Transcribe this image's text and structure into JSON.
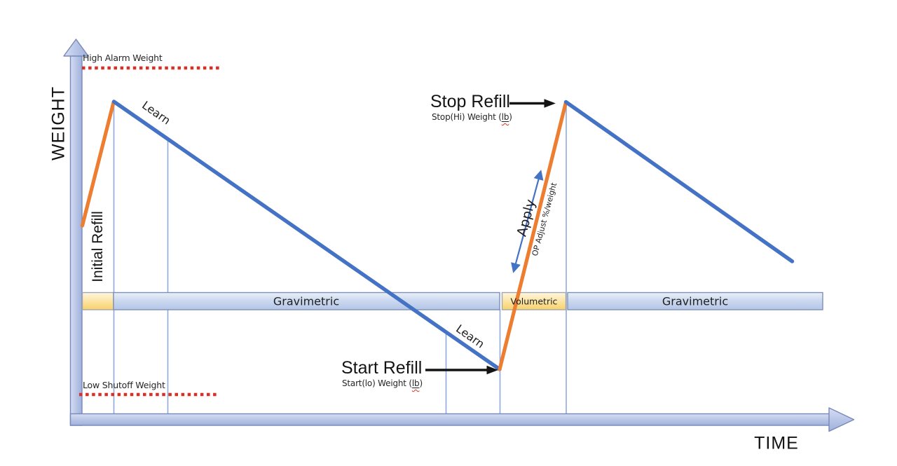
{
  "axes": {
    "y_label": "WEIGHT",
    "x_label": "TIME"
  },
  "thresholds": {
    "high_label": "High Alarm Weight",
    "low_label": "Low Shutoff Weight"
  },
  "annotations": {
    "initial_refill": "Initial Refill",
    "learn_first": "Learn",
    "learn_second": "Learn",
    "apply": "Apply",
    "op_adjust": "OP Adjust %/weight"
  },
  "stop_refill": {
    "title": "Stop Refill",
    "subtitle_prefix": "Stop(Hi) Weight (",
    "unit": "lb",
    "subtitle_suffix": ")"
  },
  "start_refill": {
    "title": "Start Refill",
    "subtitle_prefix": "Start(lo) Weight (",
    "unit": "lb",
    "subtitle_suffix": ")"
  },
  "mode_band": {
    "segments": [
      {
        "label": "",
        "type": "volumetric"
      },
      {
        "label": "Gravimetric",
        "type": "gravimetric"
      },
      {
        "label": "Volumetric",
        "type": "volumetric"
      },
      {
        "label": "Gravimetric",
        "type": "gravimetric"
      }
    ]
  },
  "colors": {
    "refill_line_orange": "#ED7D31",
    "learn_line_blue": "#4472C4",
    "reference_line_blue": "#8FAADC",
    "threshold_red": "#D93025",
    "band_blue_fill": "#B7C8E9",
    "band_yellow_fill": "#FBD96A",
    "axis_fill": "#AEBEE2",
    "arrow_black": "#141414"
  }
}
